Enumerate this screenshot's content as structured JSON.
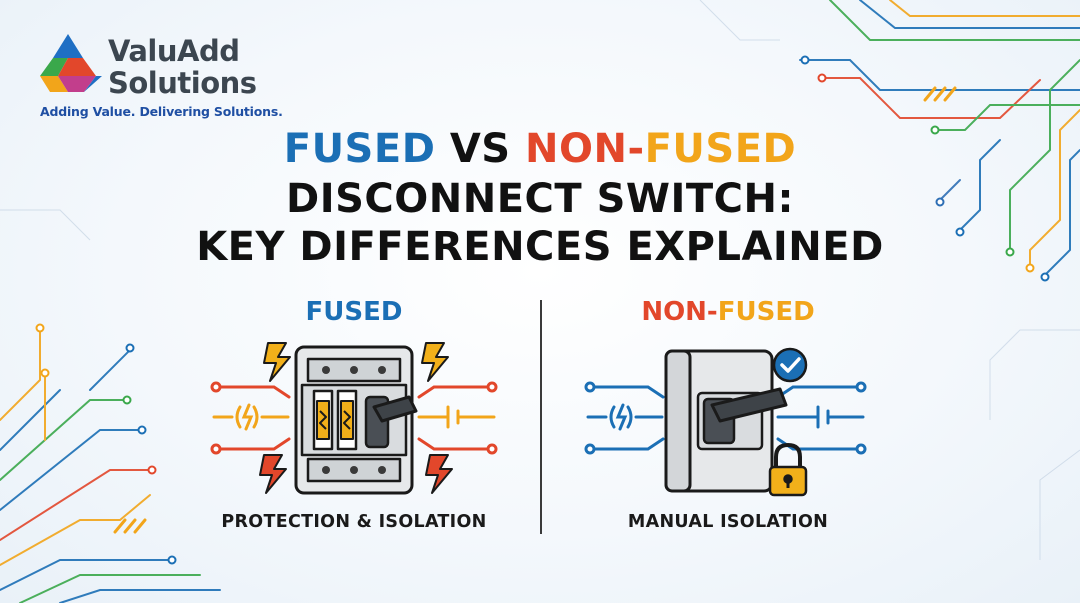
{
  "brand": {
    "name_line1": "ValuAdd",
    "name_line2": "Solutions",
    "tagline": "Adding Value. Delivering Solutions."
  },
  "headline": {
    "word_fused": "FUSED",
    "word_vs": "VS",
    "word_non": "NON-",
    "word_fused2": "FUSED",
    "line2": "DISCONNECT SWITCH:",
    "line3": "KEY DIFFERENCES EXPLAINED"
  },
  "left_panel": {
    "title": "FUSED",
    "caption": "PROTECTION & ISOLATION",
    "icons": [
      "fused-switch-icon",
      "lightning-icon",
      "ac-source-icon",
      "dc-battery-icon"
    ]
  },
  "right_panel": {
    "title_part1": "NON-",
    "title_part2": "FUSED",
    "caption": "MANUAL ISOLATION",
    "icons": [
      "non-fused-switch-icon",
      "check-badge-icon",
      "padlock-icon",
      "ac-source-icon",
      "dc-battery-icon"
    ]
  },
  "colors": {
    "blue": "#1b6fb5",
    "red": "#e2472b",
    "orange": "#f2a51a",
    "green": "#3aa84b",
    "logo_blue": "#1f4fa3"
  }
}
